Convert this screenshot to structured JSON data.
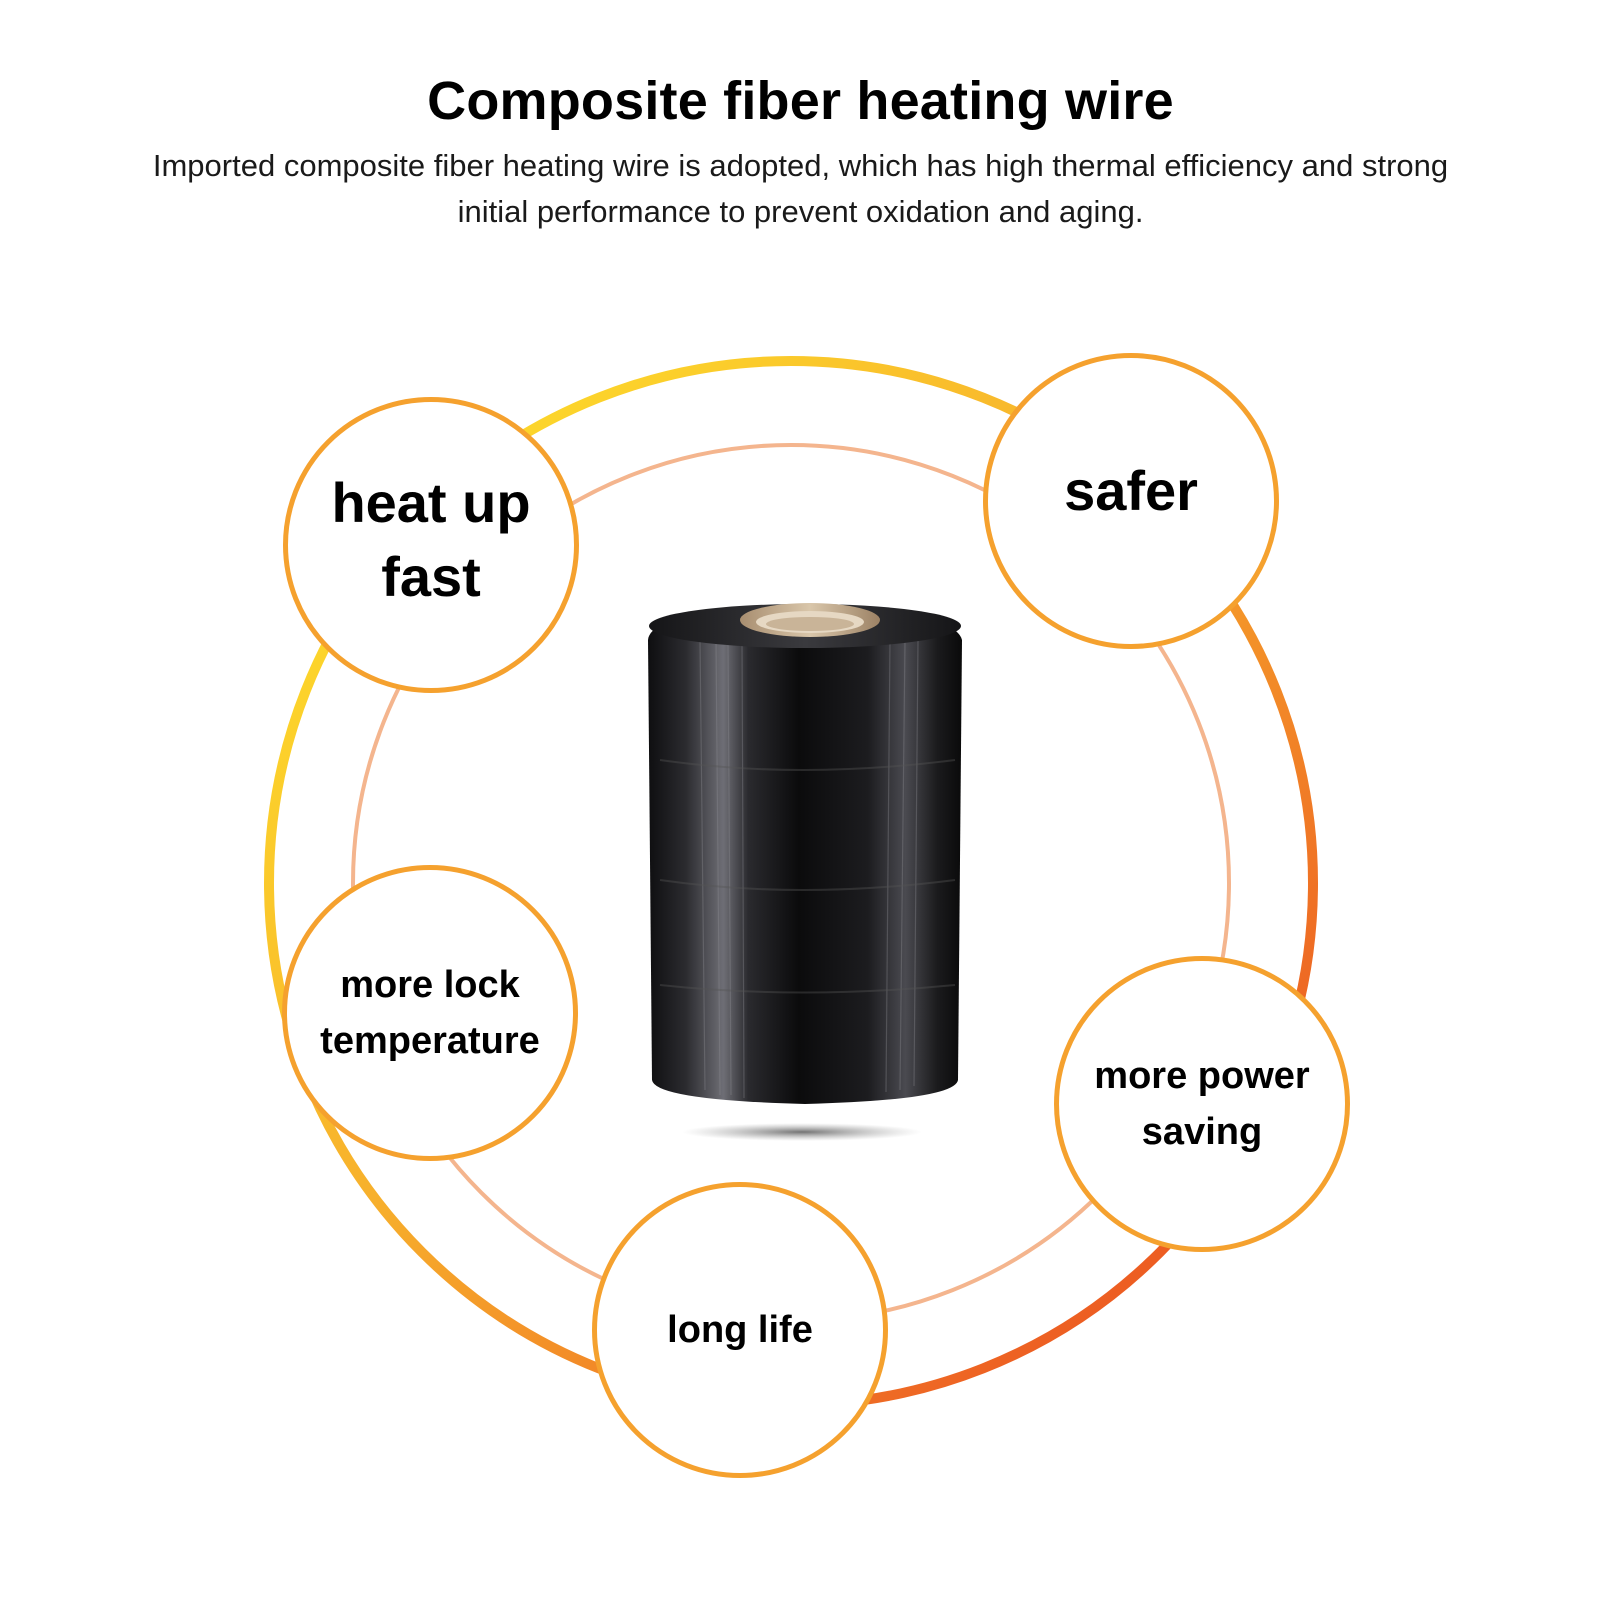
{
  "header": {
    "title": "Composite fiber heating wire",
    "subtitle": "Imported composite fiber heating wire is adopted, which has high thermal efficiency and strong initial performance to prevent oxidation and aging."
  },
  "features": {
    "heat_up_fast": "heat up fast",
    "safer": "safer",
    "more_lock_temperature": "more lock temperature",
    "more_power_saving": "more power saving",
    "long_life": "long life"
  },
  "colors": {
    "circle_border": "#f5a12e",
    "outer_ring_start": "#ffe02a",
    "outer_ring_end": "#ec4a26",
    "inner_ring": "#f4b58e"
  }
}
